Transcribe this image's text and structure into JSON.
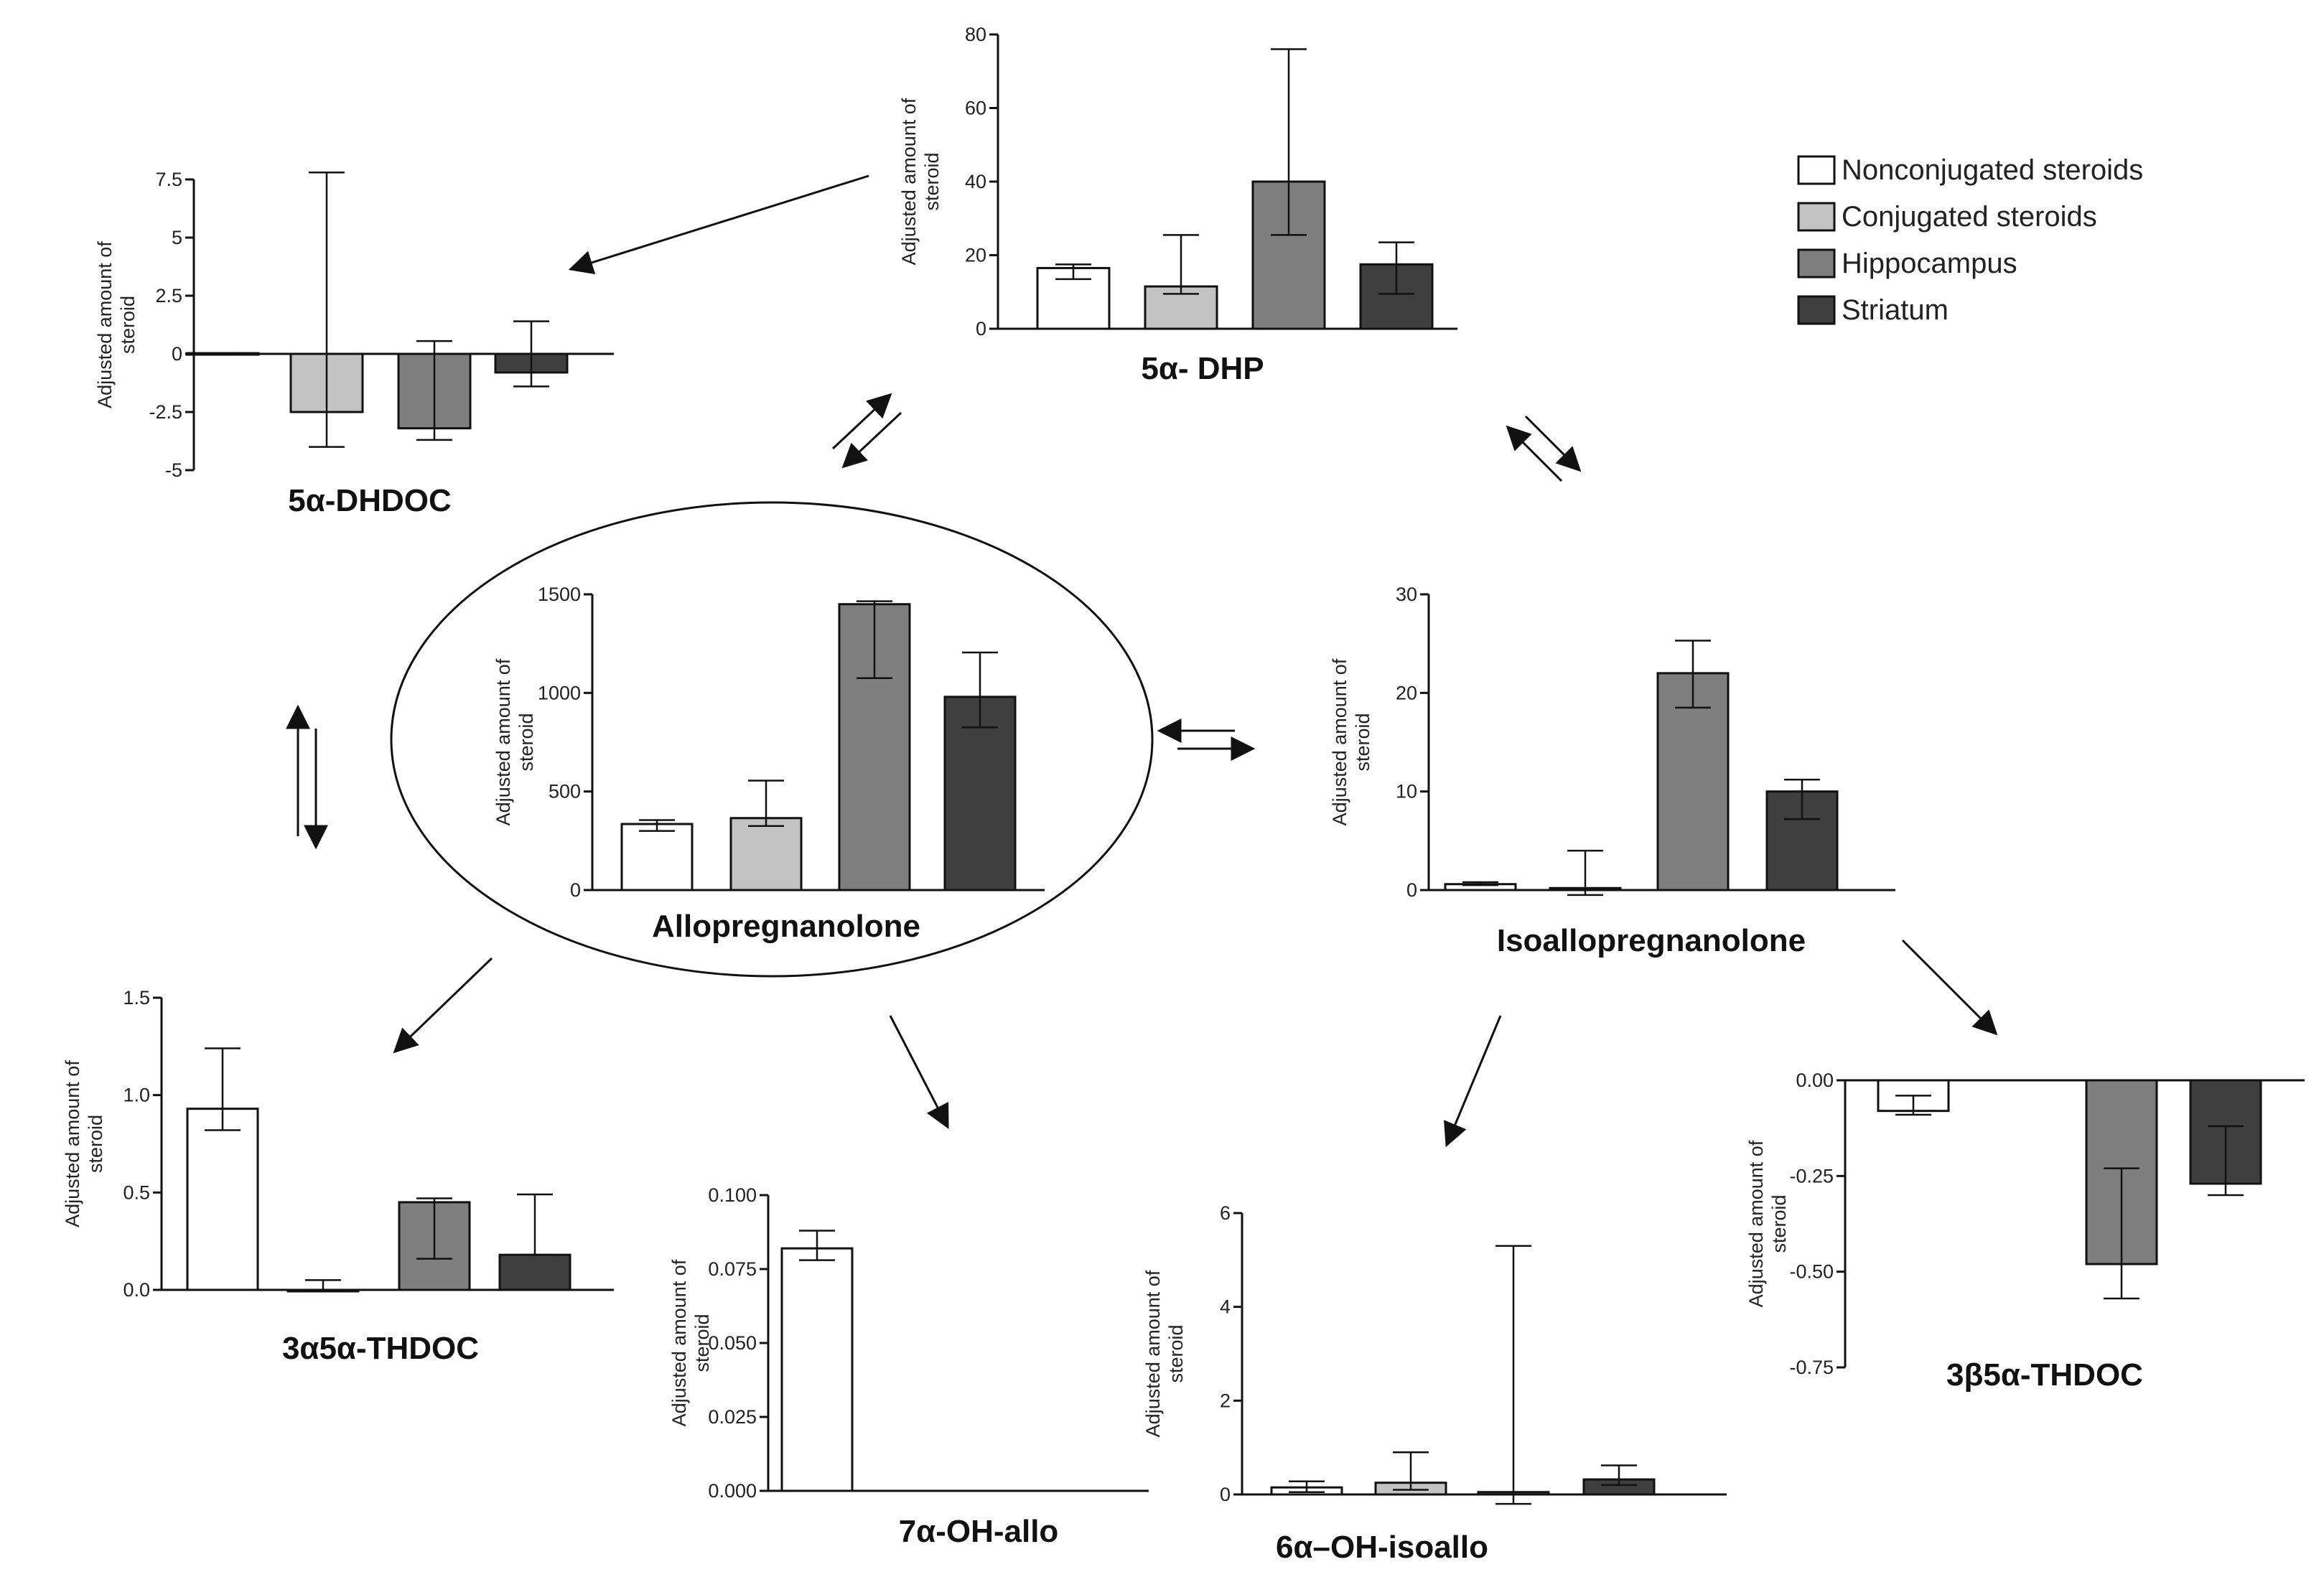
{
  "chart_data": [
    {
      "type": "bar",
      "title": "5α- DHP",
      "ylabel": "Adjusted amount of steroid",
      "ylim": [
        0,
        80
      ],
      "yticks": [
        0,
        20,
        40,
        60,
        80
      ],
      "series": [
        {
          "name": "Nonconjugated steroids",
          "value": 16.5,
          "err_low": 13.5,
          "err_high": 17.5
        },
        {
          "name": "Conjugated steroids",
          "value": 11.5,
          "err_low": 9.5,
          "err_high": 25.5
        },
        {
          "name": "Hippocampus",
          "value": 40,
          "err_low": 25.5,
          "err_high": 76
        },
        {
          "name": "Striatum",
          "value": 17.5,
          "err_low": 9.5,
          "err_high": 23.5
        }
      ]
    },
    {
      "type": "bar",
      "title": "5α-DHDOC",
      "ylabel": "Adjusted amount of steroid",
      "ylim": [
        -5,
        7.5
      ],
      "yticks": [
        -5,
        -2.5,
        0,
        2.5,
        5,
        7.5
      ],
      "series": [
        {
          "name": "Nonconjugated steroids",
          "value": 0.03,
          "err_low": 0.03,
          "err_high": 0.03
        },
        {
          "name": "Conjugated steroids",
          "value": -2.5,
          "err_low": -4,
          "err_high": 7.8
        },
        {
          "name": "Hippocampus",
          "value": -3.2,
          "err_low": -3.7,
          "err_high": 0.55
        },
        {
          "name": "Striatum",
          "value": -0.8,
          "err_low": -1.4,
          "err_high": 1.4
        }
      ]
    },
    {
      "type": "bar",
      "title": "Allopregnanolone",
      "ylabel": "Adjusted amount of steroid",
      "ylim": [
        0,
        1500
      ],
      "yticks": [
        0,
        500,
        1000,
        1500
      ],
      "series": [
        {
          "name": "Nonconjugated steroids",
          "value": 335,
          "err_low": 300,
          "err_high": 355
        },
        {
          "name": "Conjugated steroids",
          "value": 365,
          "err_low": 325,
          "err_high": 555
        },
        {
          "name": "Hippocampus",
          "value": 1450,
          "err_low": 1075,
          "err_high": 1465
        },
        {
          "name": "Striatum",
          "value": 980,
          "err_low": 825,
          "err_high": 1205
        }
      ]
    },
    {
      "type": "bar",
      "title": "Isoallopregnanolone",
      "ylabel": "Adjusted amount of steroid",
      "ylim": [
        0,
        30
      ],
      "yticks": [
        0,
        10,
        20,
        30
      ],
      "series": [
        {
          "name": "Nonconjugated steroids",
          "value": 0.6,
          "err_low": 0.5,
          "err_high": 0.8
        },
        {
          "name": "Conjugated steroids",
          "value": 0.2,
          "err_low": -0.5,
          "err_high": 4
        },
        {
          "name": "Hippocampus",
          "value": 22,
          "err_low": 18.5,
          "err_high": 25.3
        },
        {
          "name": "Striatum",
          "value": 10,
          "err_low": 7.2,
          "err_high": 11.2
        }
      ]
    },
    {
      "type": "bar",
      "title": "3α5α-THDOC",
      "ylabel": "Adjusted amount of steroid",
      "ylim": [
        0,
        1.5
      ],
      "yticks": [
        0,
        0.5,
        1,
        1.5
      ],
      "ytick_labels": [
        "0.0",
        "0.5",
        "1.0",
        "1.5"
      ],
      "series": [
        {
          "name": "Nonconjugated steroids",
          "value": 0.93,
          "err_low": 0.82,
          "err_high": 1.24
        },
        {
          "name": "Conjugated steroids",
          "value": 0,
          "err_low": 0,
          "err_high": 0.05
        },
        {
          "name": "Hippocampus",
          "value": 0.45,
          "err_low": 0.16,
          "err_high": 0.47
        },
        {
          "name": "Striatum",
          "value": 0.18,
          "err_low": 0.18,
          "err_high": 0.49
        }
      ]
    },
    {
      "type": "bar",
      "title": "7α-OH-allo",
      "ylabel": "Adjusted amount of steroid",
      "ylim": [
        0,
        0.1
      ],
      "yticks": [
        0,
        0.025,
        0.05,
        0.075,
        0.1
      ],
      "ytick_labels": [
        "0.000",
        "0.025",
        "0.050",
        "0.075",
        "0.100"
      ],
      "series": [
        {
          "name": "Nonconjugated steroids",
          "value": 0.082,
          "err_low": 0.078,
          "err_high": 0.088
        }
      ]
    },
    {
      "type": "bar",
      "title": "6α–OH-isoallo",
      "ylabel": "Adjusted amount of steroid",
      "ylim": [
        0,
        6
      ],
      "yticks": [
        0,
        2,
        4,
        6
      ],
      "series": [
        {
          "name": "Nonconjugated steroids",
          "value": 0.15,
          "err_low": 0.05,
          "err_high": 0.28
        },
        {
          "name": "Conjugated steroids",
          "value": 0.25,
          "err_low": 0.1,
          "err_high": 0.9
        },
        {
          "name": "Hippocampus",
          "value": 0.05,
          "err_low": -0.2,
          "err_high": 5.3
        },
        {
          "name": "Striatum",
          "value": 0.32,
          "err_low": 0.2,
          "err_high": 0.62
        }
      ]
    },
    {
      "type": "bar",
      "title": "3β5α-THDOC",
      "ylabel": "Adjusted amount of steroid",
      "ylim": [
        -0.75,
        0
      ],
      "yticks": [
        -0.75,
        -0.5,
        -0.25,
        0
      ],
      "ytick_labels": [
        "-0.75",
        "-0.50",
        "-0.25",
        "0.00"
      ],
      "series": [
        {
          "name": "Nonconjugated steroids",
          "value": -0.08,
          "err_low": -0.09,
          "err_high": -0.04
        },
        {
          "name": "Hippocampus",
          "value": -0.48,
          "err_low": -0.57,
          "err_high": -0.23
        },
        {
          "name": "Striatum",
          "value": -0.27,
          "err_low": -0.3,
          "err_high": -0.12
        }
      ]
    }
  ],
  "legend": [
    {
      "name": "Nonconjugated steroids",
      "color": "#ffffff"
    },
    {
      "name": "Conjugated steroids",
      "color": "#c3c3c3"
    },
    {
      "name": "Hippocampus",
      "color": "#7f7f7f"
    },
    {
      "name": "Striatum",
      "color": "#3f3f3f"
    }
  ],
  "colors": {
    "Nonconjugated steroids": "#ffffff",
    "Conjugated steroids": "#c3c3c3",
    "Hippocampus": "#7f7f7f",
    "Striatum": "#3f3f3f"
  }
}
